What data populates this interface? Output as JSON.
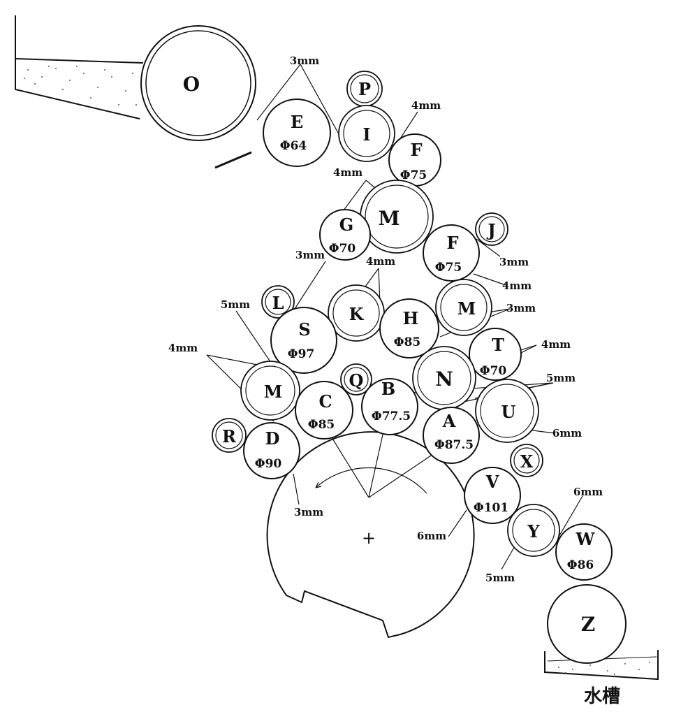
{
  "diagram": {
    "rollers": {
      "O": {
        "label": "O"
      },
      "E": {
        "label": "E",
        "diameter": "Φ64"
      },
      "P": {
        "label": "P"
      },
      "I": {
        "label": "I"
      },
      "F1": {
        "label": "F",
        "diameter": "Φ75"
      },
      "M1": {
        "label": "M"
      },
      "G": {
        "label": "G",
        "diameter": "Φ70"
      },
      "J": {
        "label": "J"
      },
      "F2": {
        "label": "F",
        "diameter": "Φ75"
      },
      "L": {
        "label": "L"
      },
      "K": {
        "label": "K"
      },
      "H": {
        "label": "H",
        "diameter": "Φ85"
      },
      "M2": {
        "label": "M"
      },
      "S": {
        "label": "S",
        "diameter": "Φ97"
      },
      "T": {
        "label": "T",
        "diameter": "Φ70"
      },
      "Q": {
        "label": "Q"
      },
      "N": {
        "label": "N"
      },
      "M3": {
        "label": "M"
      },
      "C": {
        "label": "C",
        "diameter": "Φ85"
      },
      "B": {
        "label": "B",
        "diameter": "Φ77.5"
      },
      "U": {
        "label": "U"
      },
      "A": {
        "label": "A",
        "diameter": "Φ87.5"
      },
      "R": {
        "label": "R"
      },
      "D": {
        "label": "D",
        "diameter": "Φ90"
      },
      "X": {
        "label": "X"
      },
      "V": {
        "label": "V",
        "diameter": "Φ101"
      },
      "Y": {
        "label": "Y"
      },
      "W": {
        "label": "W",
        "diameter": "Φ86"
      },
      "Z": {
        "label": "Z"
      }
    },
    "gaps": {
      "g1": "3mm",
      "g2": "4mm",
      "g3": "4mm",
      "g4": "3mm",
      "g5": "3mm",
      "g6": "4mm",
      "g7": "4mm",
      "g8": "3mm",
      "g9": "5mm",
      "g10": "4mm",
      "g11": "5mm",
      "g12": "6mm",
      "g13": "4mm",
      "g14": "3mm",
      "g15": "6mm",
      "g16": "6mm",
      "g17": "5mm"
    },
    "tank_label": "水槽",
    "plate_cylinder_mark": "+"
  }
}
